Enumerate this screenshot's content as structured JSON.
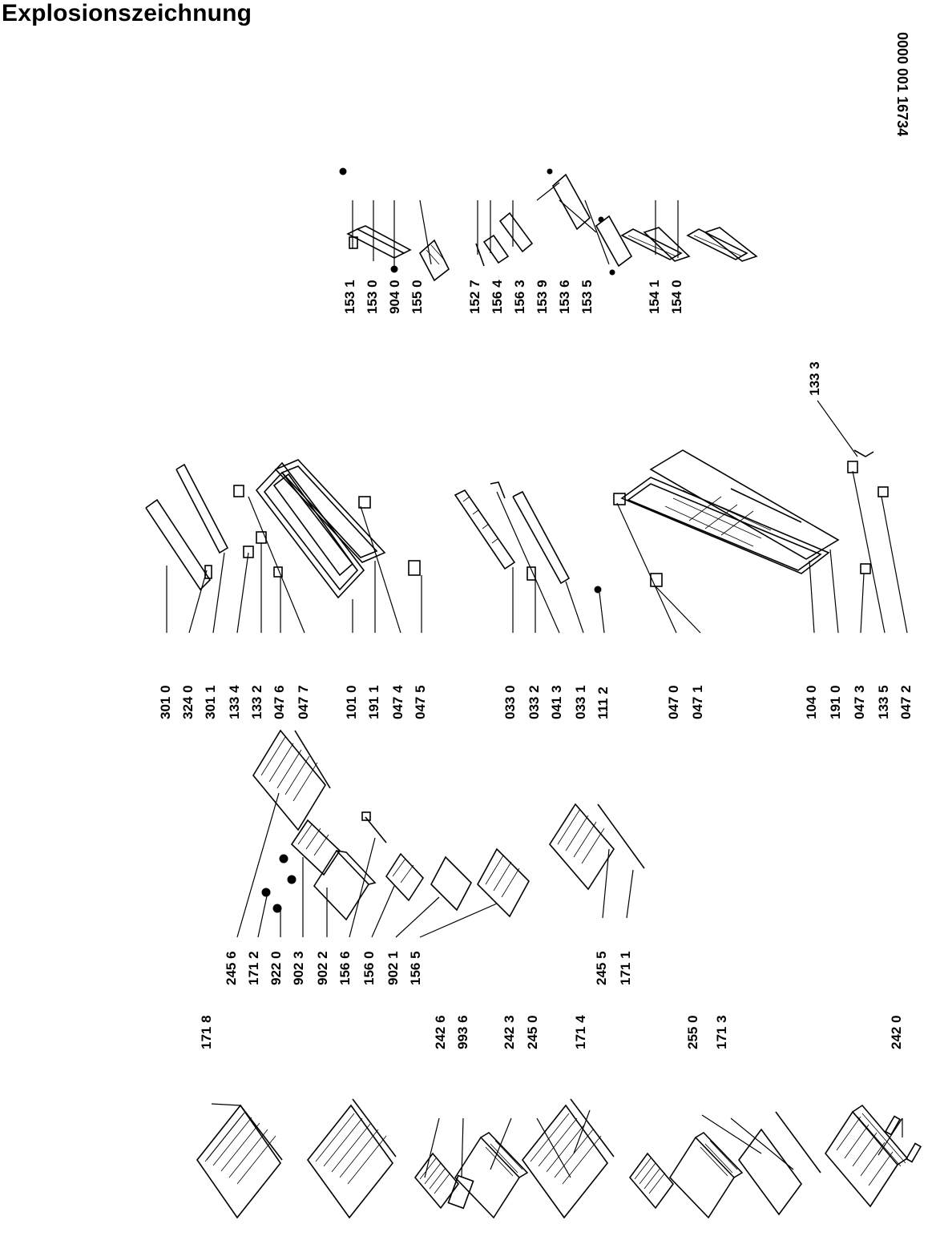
{
  "title": "Explosionszeichnung",
  "doc_number": "0000 001 16734",
  "part_labels": [
    "171 8",
    "242 6",
    "993 6",
    "242 3",
    "245 0",
    "171 4",
    "255 0",
    "171 3",
    "242 0",
    "245 6",
    "171 2",
    "922 0",
    "902 3",
    "902 2",
    "156 6",
    "156 0",
    "902 1",
    "156 5",
    "245 5",
    "171 1",
    "301 0",
    "324 0",
    "301 1",
    "133 4",
    "133 2",
    "047 6",
    "047 7",
    "101 0",
    "191 1",
    "047 4",
    "047 5",
    "033 0",
    "033 2",
    "041 3",
    "033 1",
    "111 2",
    "047 0",
    "047 1",
    "104 0",
    "191 0",
    "047 3",
    "133 5",
    "047 2",
    "133 3",
    "153 1",
    "153 0",
    "904 0",
    "155 0",
    "152 7",
    "156 4",
    "156 3",
    "153 9",
    "153 6",
    "153 5",
    "154 1",
    "154 0"
  ]
}
